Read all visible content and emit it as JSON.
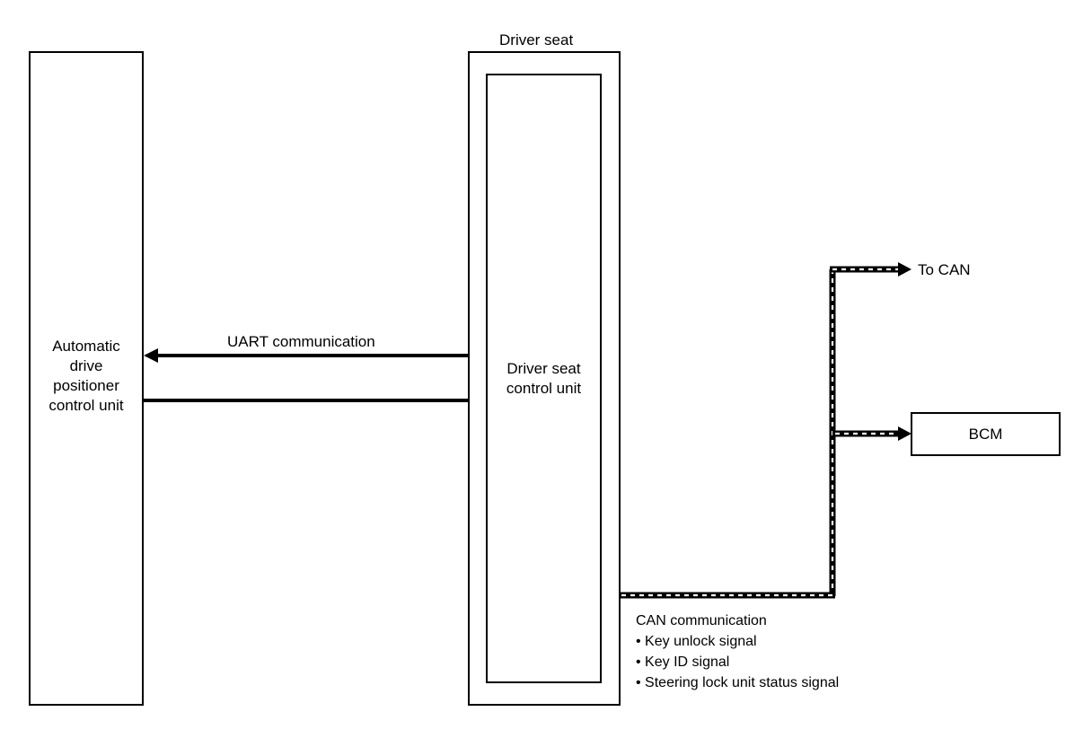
{
  "adp_unit": {
    "lines": [
      "Automatic",
      "drive",
      "positioner",
      "control unit"
    ]
  },
  "driver_seat": {
    "title": "Driver seat",
    "control_unit_lines": [
      "Driver seat",
      "control unit"
    ]
  },
  "uart": {
    "label": "UART communication"
  },
  "can": {
    "to_can_label": "To CAN",
    "bcm_label": "BCM",
    "heading": "CAN communication",
    "signals": [
      "• Key unlock signal",
      "• Key ID signal",
      "• Steering lock unit status signal"
    ]
  },
  "colors": {
    "line": "#000000",
    "can_dash": "#ffffff"
  }
}
